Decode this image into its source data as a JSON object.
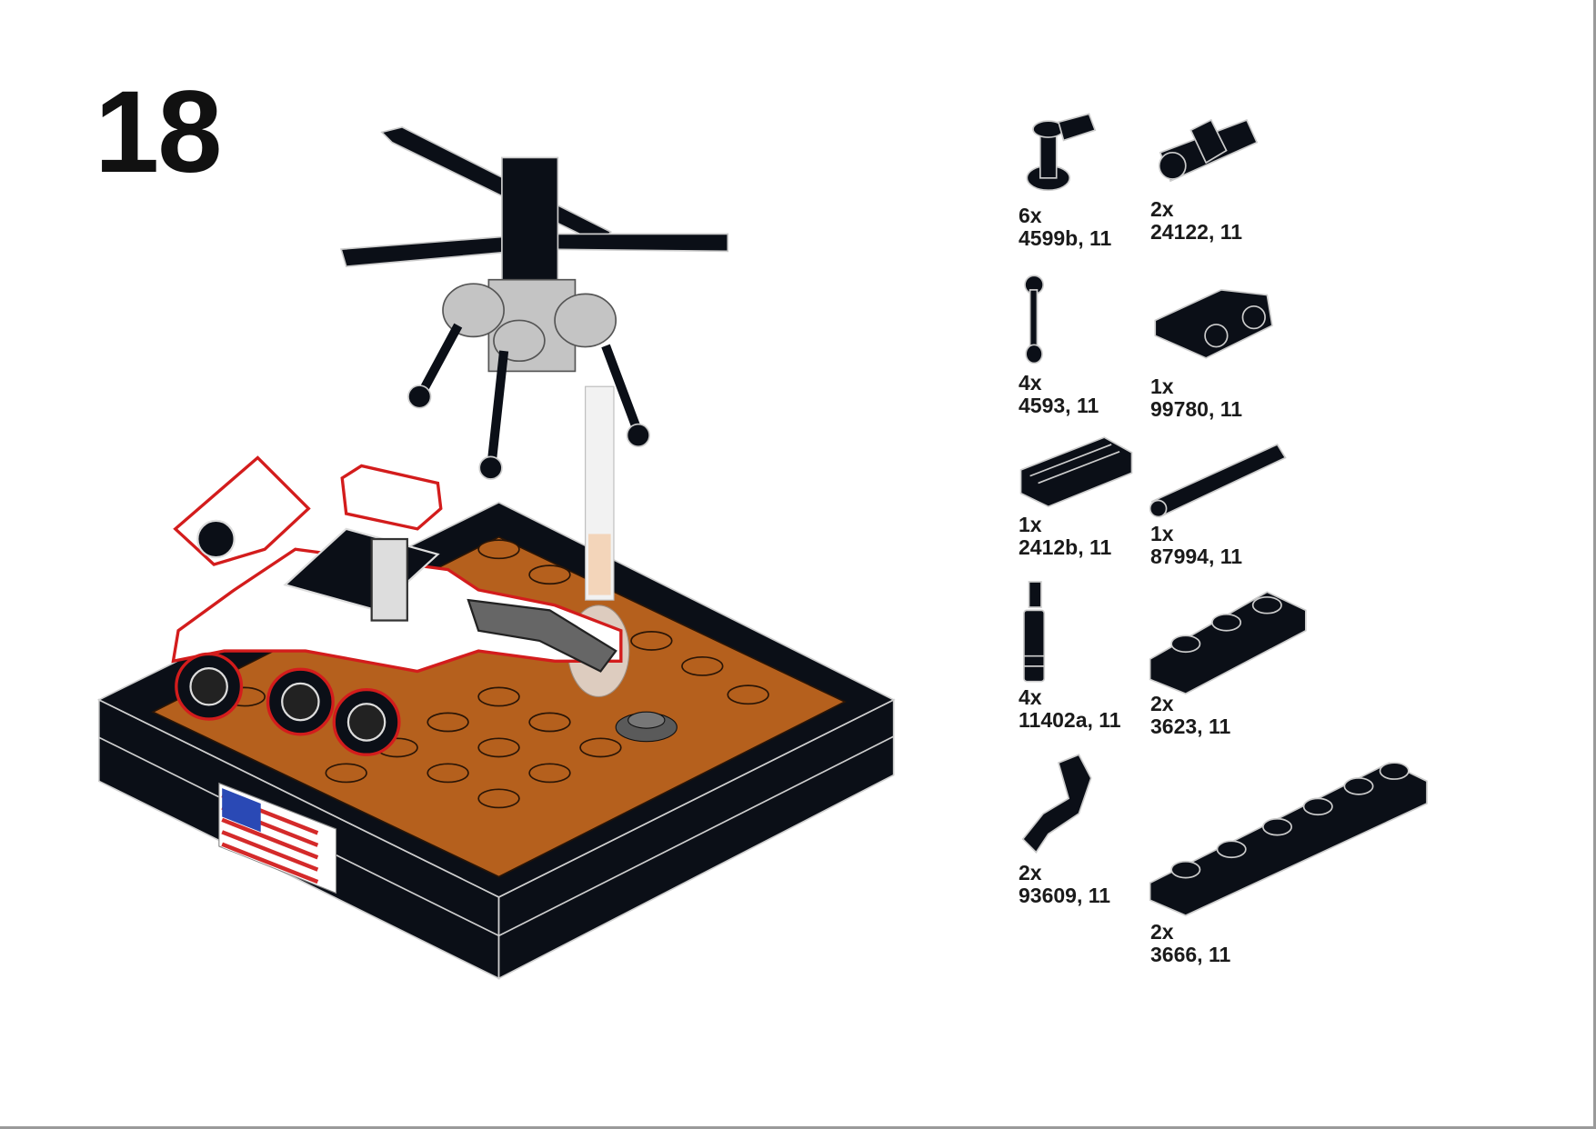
{
  "step": {
    "number": "18"
  },
  "colors": {
    "black_part": "#0b0f17",
    "orange_part": "#b5601d",
    "outline_highlight": "#d31c1c",
    "flag_red": "#d42a2a",
    "flag_blue": "#2a49b5"
  },
  "parts": [
    {
      "qty": "6x",
      "id": "4599b, 11",
      "icon": "tap-part-icon"
    },
    {
      "qty": "2x",
      "id": "24122, 11",
      "icon": "axle-connector-icon"
    },
    {
      "qty": "4x",
      "id": "4593, 11",
      "icon": "ball-bar-icon"
    },
    {
      "qty": "1x",
      "id": "99780, 11",
      "icon": "bracket-icon"
    },
    {
      "qty": "1x",
      "id": "2412b, 11",
      "icon": "grille-tile-icon"
    },
    {
      "qty": "1x",
      "id": "87994, 11",
      "icon": "bar-icon"
    },
    {
      "qty": "4x",
      "id": "11402a, 11",
      "icon": "lightsaber-hilt-icon"
    },
    {
      "qty": "2x",
      "id": "3623, 11",
      "icon": "plate-1x3-icon"
    },
    {
      "qty": "2x",
      "id": "93609, 11",
      "icon": "robot-arm-icon"
    },
    {
      "qty": "2x",
      "id": "3666, 11",
      "icon": "plate-1x6-icon"
    }
  ]
}
